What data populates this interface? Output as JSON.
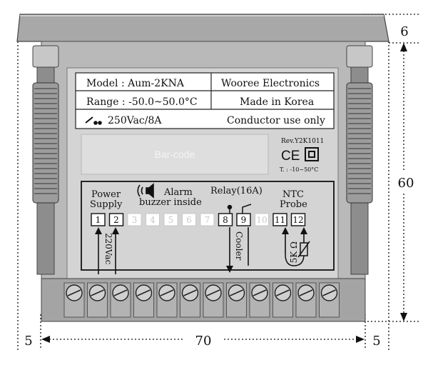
{
  "colors": {
    "body": "#a0a0a0",
    "body_dark": "#6e6e6e",
    "face": "#c9c9c9",
    "label_bg": "#ffffff",
    "terminal": "#b5b5b5",
    "line": "#111111",
    "faded": "#cfcfcf"
  },
  "dimensions": {
    "top_thickness": "6",
    "height": "60",
    "left_margin": "5",
    "width": "70",
    "right_margin": "5"
  },
  "label": {
    "model": "Model : Aum-2KNA",
    "maker": "Wooree Electronics",
    "range": "Range : -50.0~50.0°C",
    "made_in": "Made in Korea",
    "rating": "250Vac/8A",
    "conductor": "Conductor use only",
    "barcode": "Bar-code",
    "revision": "Rev.Y2K1011",
    "ce_mark": "CE",
    "temp_range": "T. : -10~50°C"
  },
  "wiring": {
    "power_line1": "Power",
    "power_line2": "Supply",
    "alarm_line1": "Alarm",
    "alarm_line2": "buzzer inside",
    "relay": "Relay(16A)",
    "ntc_line1": "NTC",
    "ntc_line2": "Probe",
    "terminals": [
      "1",
      "2",
      "3",
      "4",
      "5",
      "6",
      "7",
      "8",
      "9",
      "10",
      "11",
      "12"
    ],
    "supply_voltage": "220Vac",
    "cooler": "Cooler",
    "sensor": "5K Ω"
  },
  "icons": [
    "switch-icon",
    "speaker-icon",
    "double-insulation-icon",
    "relay-contact-icon",
    "thermistor-icon",
    "screw-terminal-icon"
  ]
}
